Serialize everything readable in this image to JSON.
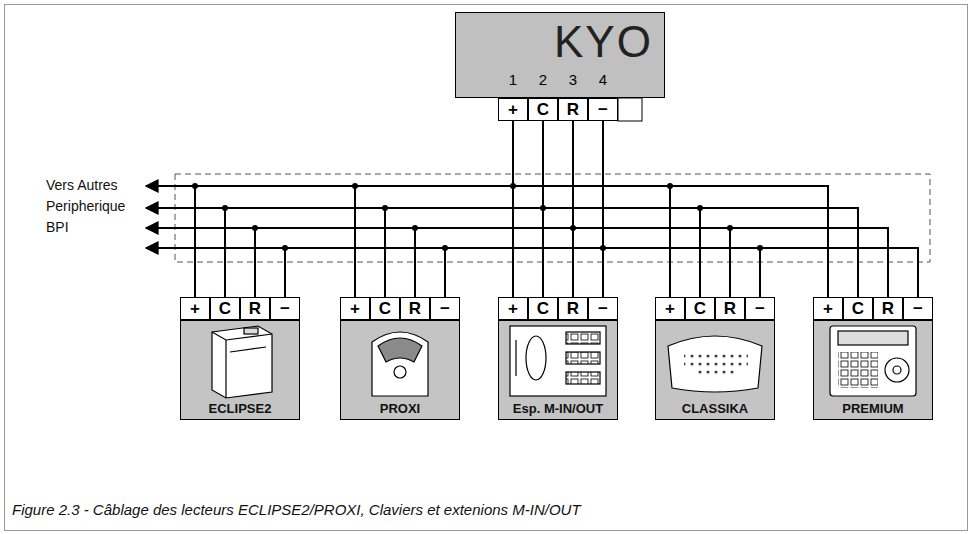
{
  "diagram": {
    "caption": "Figure 2.3 - Câblage des lecteurs ECLIPSE2/PROXI, Claviers et extenions M-IN/OUT",
    "nodes": [
      {
        "text": [
          "KYO"
        ]
      },
      {
        "text": [
          "ECLIPSE2"
        ]
      },
      {
        "text": [
          "PROXI"
        ]
      },
      {
        "text": [
          "Esp. M-IN/OUT"
        ]
      },
      {
        "text": [
          "CLASSIKA"
        ]
      },
      {
        "text": [
          "PREMIUM"
        ]
      }
    ],
    "edges": [
      {
        "from": 0,
        "to": 1,
        "arrow": "none"
      },
      {
        "from": 0,
        "to": 2,
        "arrow": "none"
      },
      {
        "from": 0,
        "to": 3,
        "arrow": "none"
      },
      {
        "from": 0,
        "to": 4,
        "arrow": "none"
      },
      {
        "from": 0,
        "to": 5,
        "arrow": "none"
      }
    ],
    "labels": [
      "1",
      "2",
      "3",
      "4",
      "+",
      "C",
      "R",
      "−",
      "+",
      "C",
      "R",
      "−",
      "+",
      "C",
      "R",
      "−",
      "+",
      "C",
      "R",
      "−",
      "+",
      "C",
      "R",
      "−",
      "+",
      "C",
      "R",
      "−",
      "Vers Autres Peripherique BPI"
    ]
  }
}
